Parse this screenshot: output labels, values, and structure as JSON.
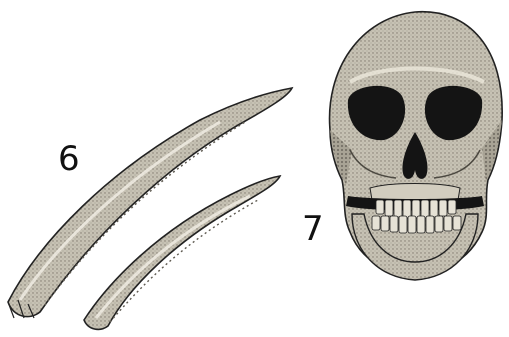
{
  "labels": {
    "bones": "6",
    "skull": "7"
  },
  "colors": {
    "background": "#ffffff",
    "bone_fill": "#c9c4b6",
    "bone_shadow": "#6e6a60",
    "skull_fill": "#bdb9ad",
    "skull_dark": "#1a1a1a",
    "outline": "#222222"
  },
  "illustrations": [
    "rib-bone",
    "rib-bone",
    "human-skull"
  ]
}
